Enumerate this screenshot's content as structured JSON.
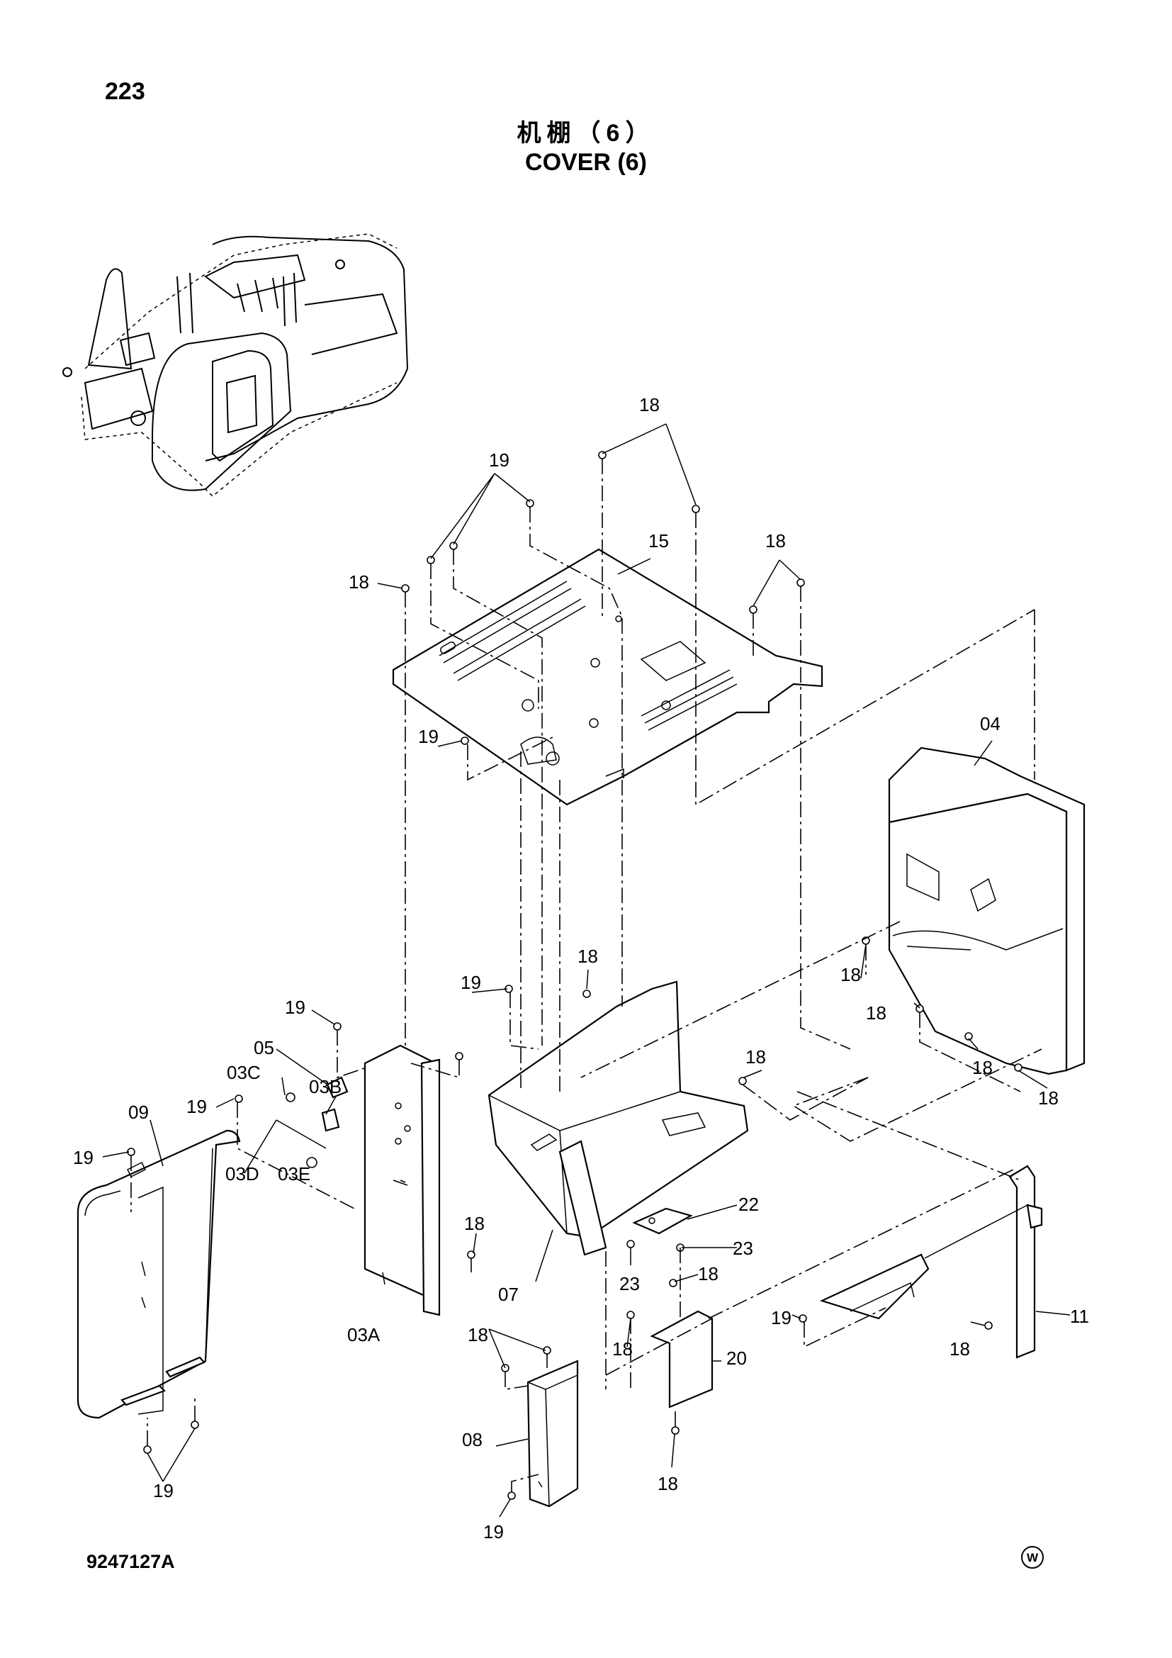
{
  "page_number": "223",
  "title_cn": "机棚（6）",
  "title_en": "COVER (6)",
  "drawing_id": "9247127A",
  "mark_symbol": "W",
  "part_labels": {
    "p18a": "18",
    "p19a": "19",
    "p15": "15",
    "p18b": "18",
    "p18c": "18",
    "p19b": "19",
    "p04": "04",
    "p18d": "18",
    "p18e": "18",
    "p18f": "18",
    "p18g": "18",
    "p18h": "18",
    "p19c": "19",
    "p19d": "19",
    "p05": "05",
    "p03c": "03C",
    "p03b": "03B",
    "p09": "09",
    "p19e": "19",
    "p19f": "19",
    "p03d": "03D",
    "p03e": "03E",
    "p18i": "18",
    "p22": "22",
    "p18j": "18",
    "p23a": "23",
    "p23b": "23",
    "p18k": "18",
    "p07": "07",
    "p03a": "03A",
    "p19g": "19",
    "p11": "11",
    "p18l": "18",
    "p18m": "18",
    "p20": "20",
    "p18n": "18",
    "p08": "08",
    "p18o": "18",
    "p19h": "19",
    "p19i": "19"
  }
}
